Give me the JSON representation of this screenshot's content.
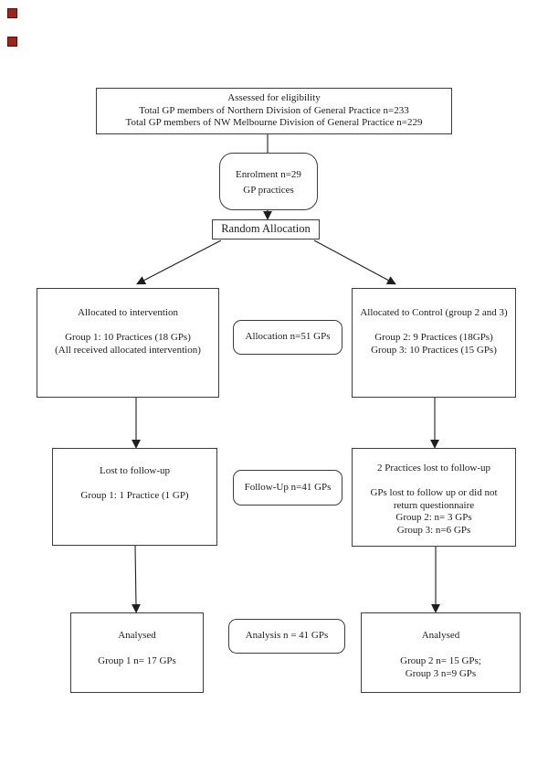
{
  "nodes": {
    "eligibility": {
      "text": "Assessed for eligibility\nTotal GP members of Northern Division of General Practice n=233\nTotal GP members of NW Melbourne Division of General Practice n=229"
    },
    "enrolment": {
      "text": "Enrolment n=29\nGP practices"
    },
    "random_allocation": {
      "text": "Random Allocation"
    },
    "allocated_intervention": {
      "text": "Allocated to intervention\n\nGroup 1: 10 Practices (18 GPs)\n(All received allocated intervention)"
    },
    "allocation_stage": {
      "text": "Allocation n=51 GPs"
    },
    "allocated_control": {
      "text": "Allocated to Control (group 2 and 3)\n\nGroup 2: 9 Practices (18GPs)\nGroup 3: 10 Practices (15 GPs)"
    },
    "lost_intervention": {
      "text": "Lost to follow-up\n\nGroup 1: 1 Practice (1 GP)"
    },
    "followup_stage": {
      "text": "Follow-Up n=41 GPs"
    },
    "lost_control": {
      "text": "2 Practices lost to follow-up\n\nGPs lost to follow up or did not\nreturn questionnaire\nGroup 2: n= 3 GPs\nGroup 3: n=6 GPs"
    },
    "analysed_intervention": {
      "text": "Analysed\n\nGroup 1 n= 17 GPs"
    },
    "analysis_stage": {
      "text": "Analysis n = 41 GPs"
    },
    "analysed_control": {
      "text": "Analysed\n\nGroup 2 n= 15 GPs;\nGroup 3 n=9 GPs"
    }
  },
  "colors": {
    "background": "#ffffff",
    "box_border": "#3d3d3d",
    "text": "#1c1c1c",
    "arrow": "#1f1f1f",
    "corner_marker": "#9c241c"
  }
}
